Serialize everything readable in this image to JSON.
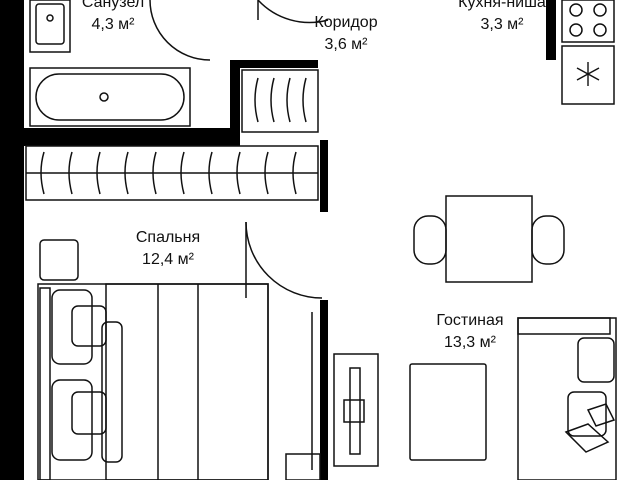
{
  "rooms": {
    "bathroom": {
      "name": "Санузел",
      "area": "4,3 м²"
    },
    "corridor": {
      "name": "Коридор",
      "area": "3,6 м²"
    },
    "kitchen": {
      "name": "Кухня-ниша",
      "area": "3,3 м²"
    },
    "bedroom": {
      "name": "Спальня",
      "area": "12,4 м²"
    },
    "living": {
      "name": "Гостиная",
      "area": "13,3 м²"
    }
  },
  "colors": {
    "wall": "#000000",
    "line": "#111111",
    "background": "#ffffff"
  }
}
